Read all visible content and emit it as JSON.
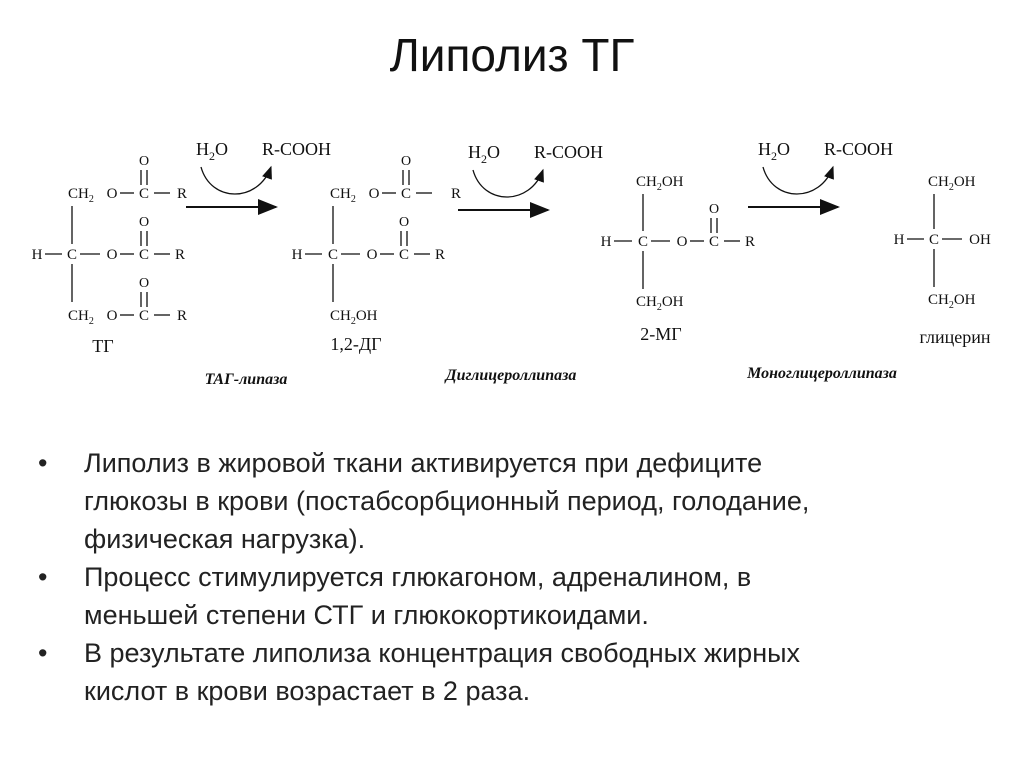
{
  "title": "Липолиз ТГ",
  "reaction": {
    "water": "H",
    "water_sub": "2",
    "water_o": "O",
    "acid": "R-COOH",
    "stages": [
      {
        "label": "ТГ",
        "enzyme": "ТАГ-липаза"
      },
      {
        "label": "1,2-ДГ",
        "enzyme": "Диглицероллипаза"
      },
      {
        "label": "2-МГ",
        "enzyme": "Моноглицероллипаза"
      },
      {
        "label": "глицерин",
        "enzyme": ""
      }
    ],
    "atoms": {
      "ch2": "CH",
      "sub2": "2",
      "o": "O",
      "c": "C",
      "h": "H",
      "r": "R",
      "oh": "OH"
    }
  },
  "bullets": [
    {
      "marker": "•",
      "lines": [
        "Липолиз в жировой ткани активируется при дефиците",
        "глюкозы в крови (постабсорбционный период, голодание,",
        "физическая нагрузка)."
      ]
    },
    {
      "marker": "•",
      "lines": [
        "Процесс стимулируется глюкагоном, адреналином, в",
        "меньшей степени СТГ и глюкокортикоидами."
      ]
    },
    {
      "marker": "•",
      "lines": [
        "В результате липолиза концентрация свободных жирных",
        "кислот в крови возрастает в 2 раза."
      ]
    }
  ]
}
